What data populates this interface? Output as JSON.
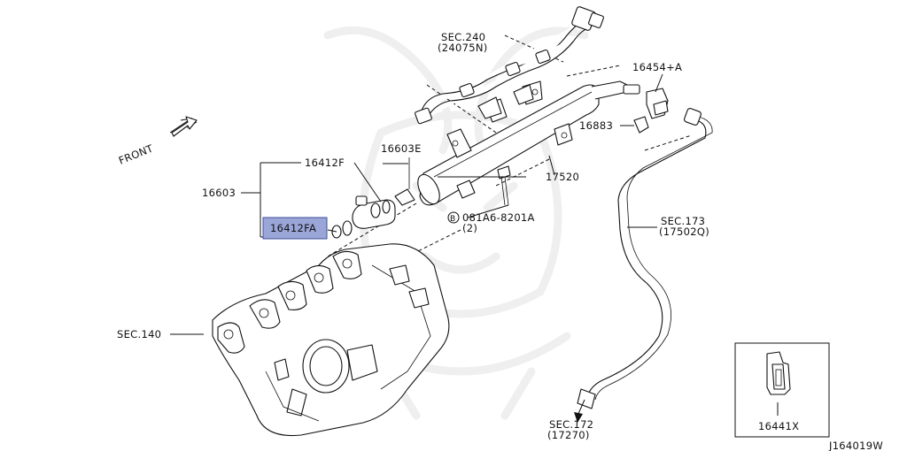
{
  "labels": {
    "front": "FRONT",
    "sec240_line1": "SEC.240",
    "sec240_line2": "(24075N)",
    "p16454a": "16454+A",
    "p16883": "16883",
    "p16603e": "16603E",
    "p17520": "17520",
    "p16412f": "16412F",
    "p16603": "16603",
    "p16412fa": "16412FA",
    "bolt_line1": "081A6-8201A",
    "bolt_line2": "(2)",
    "bolt_circle": "B",
    "sec173_line1": "SEC.173",
    "sec173_line2": "(17502Q)",
    "sec140": "SEC.140",
    "sec172_line1": "SEC.172",
    "sec172_line2": "(17270)",
    "p16441x": "16441X",
    "diagram_code": "J164019W"
  },
  "highlight": {
    "part": "16412FA",
    "color": "#9aa6d8"
  }
}
